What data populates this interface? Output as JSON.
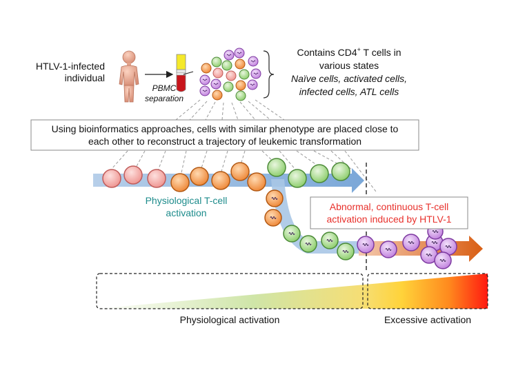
{
  "source": {
    "individual_label_line1": "HTLV-1-infected",
    "individual_label_line2": "individual",
    "pbmc_line1": "PBMC",
    "pbmc_line2": "separation"
  },
  "contents": {
    "line1": "Contains CD4",
    "line1_sup": "+",
    "line1_rest": " T cells in",
    "line2": "various states",
    "line3": "Naïve cells, activated cells,",
    "line4": "infected cells, ATL cells"
  },
  "method_box": {
    "line1": "Using bioinformatics approaches, cells with similar phenotype are placed close to",
    "line2": "each other to reconstruct a trajectory of leukemic transformation"
  },
  "physiological_label": {
    "line1": "Physiological T-cell",
    "line2": "activation"
  },
  "abnormal_label": {
    "line1": "Abnormal, continuous T-cell",
    "line2": "activation induced by HTLV-1"
  },
  "bottom": {
    "left_label": "Physiological activation",
    "right_label": "Excessive activation"
  },
  "colors": {
    "naive_cell": "#f4a0a0",
    "activated_cell": "#f08a3c",
    "green_cell": "#6fbf55",
    "infected_cell": "#c98be0",
    "blue_arrow": "#8fb4dc",
    "orange_arrow": "#e0671e",
    "teal_text": "#1c8b8b",
    "red_text": "#e8302b"
  }
}
